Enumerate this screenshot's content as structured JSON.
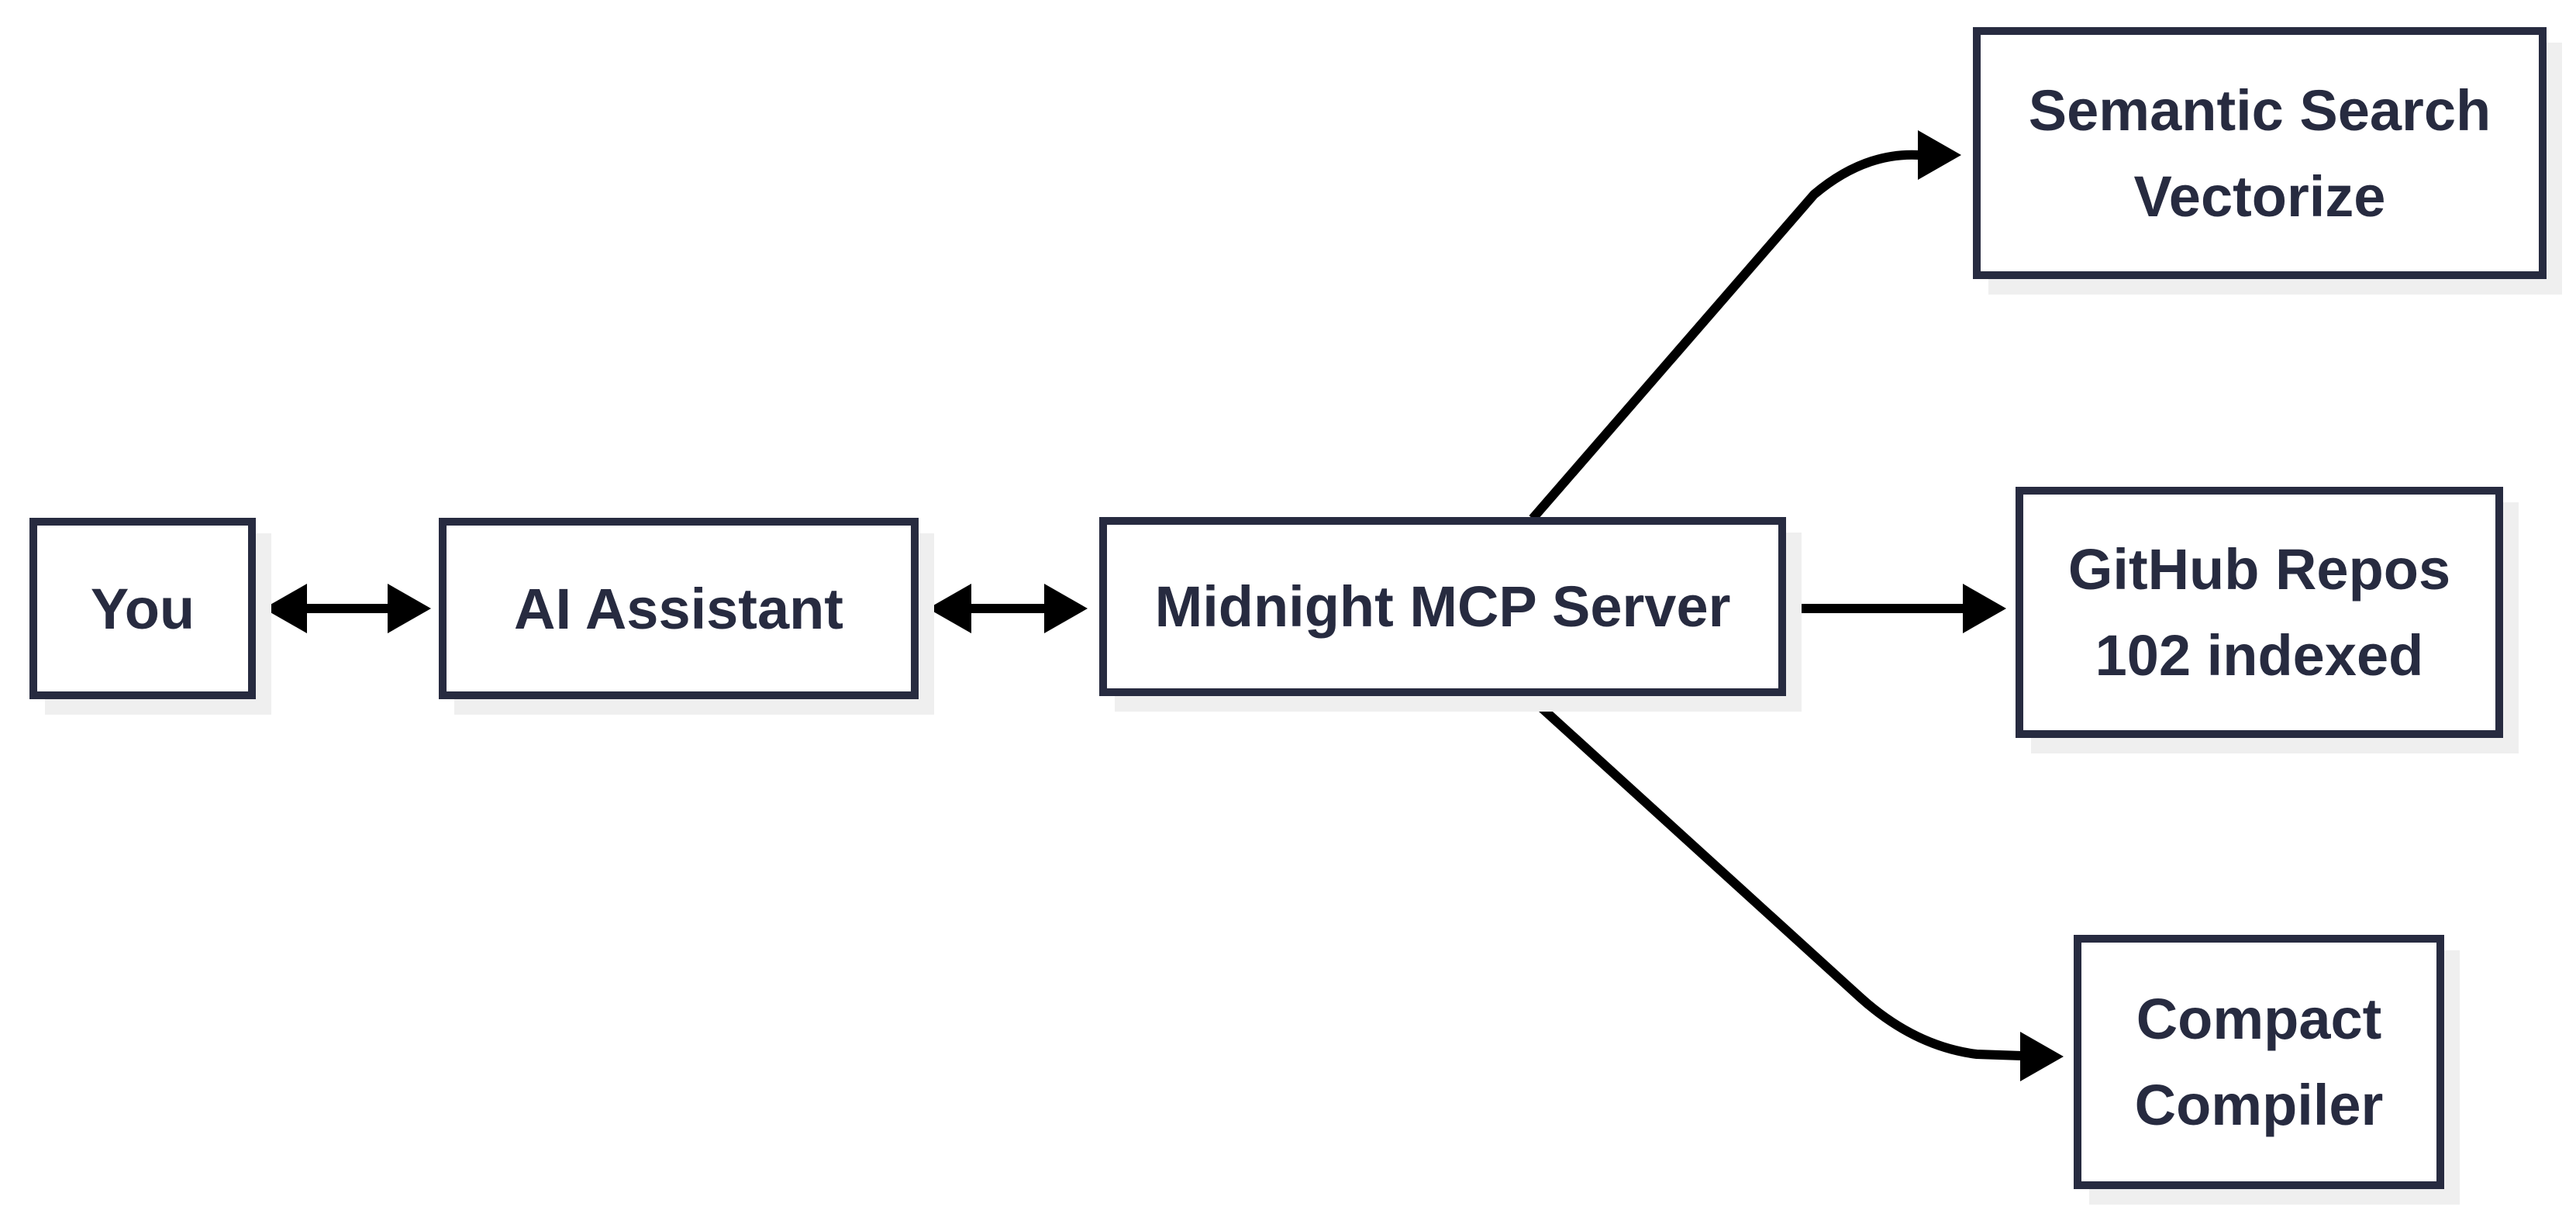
{
  "diagram": {
    "nodes": {
      "you": {
        "lines": [
          "You"
        ]
      },
      "ai": {
        "lines": [
          "AI Assistant"
        ]
      },
      "mcp": {
        "lines": [
          "Midnight MCP Server"
        ]
      },
      "semantic": {
        "lines": [
          "Semantic Search",
          "Vectorize"
        ]
      },
      "github": {
        "lines": [
          "GitHub Repos",
          "102 indexed"
        ]
      },
      "compact": {
        "lines": [
          "Compact",
          "Compiler"
        ]
      }
    },
    "edges": [
      {
        "from": "you",
        "to": "ai",
        "direction": "both"
      },
      {
        "from": "ai",
        "to": "mcp",
        "direction": "both"
      },
      {
        "from": "mcp",
        "to": "semantic",
        "direction": "forward"
      },
      {
        "from": "mcp",
        "to": "github",
        "direction": "forward"
      },
      {
        "from": "mcp",
        "to": "compact",
        "direction": "forward"
      }
    ],
    "colors": {
      "background": "#ffffff",
      "border": "#272b40",
      "text": "#272b40",
      "arrow": "#000000",
      "shadow": "#efefef"
    }
  }
}
